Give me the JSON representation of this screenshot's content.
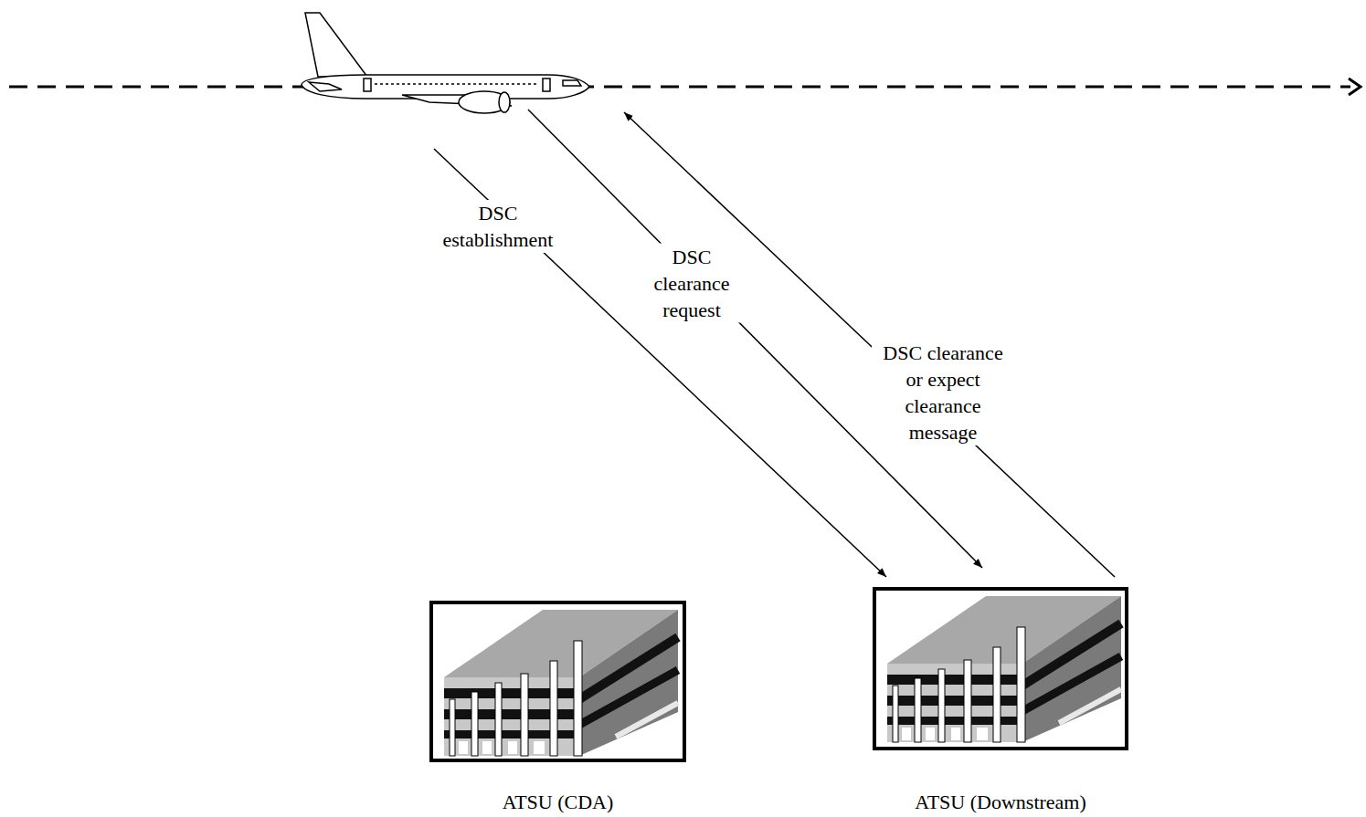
{
  "diagram": {
    "nodes": [
      {
        "text": [
          "ATSU (CDA)"
        ]
      },
      {
        "text": [
          "ATSU (Downstream)"
        ]
      }
    ],
    "labels": [
      "DSC establishment",
      "DSC clearance request",
      "DSC clearance or expect clearance message"
    ]
  }
}
